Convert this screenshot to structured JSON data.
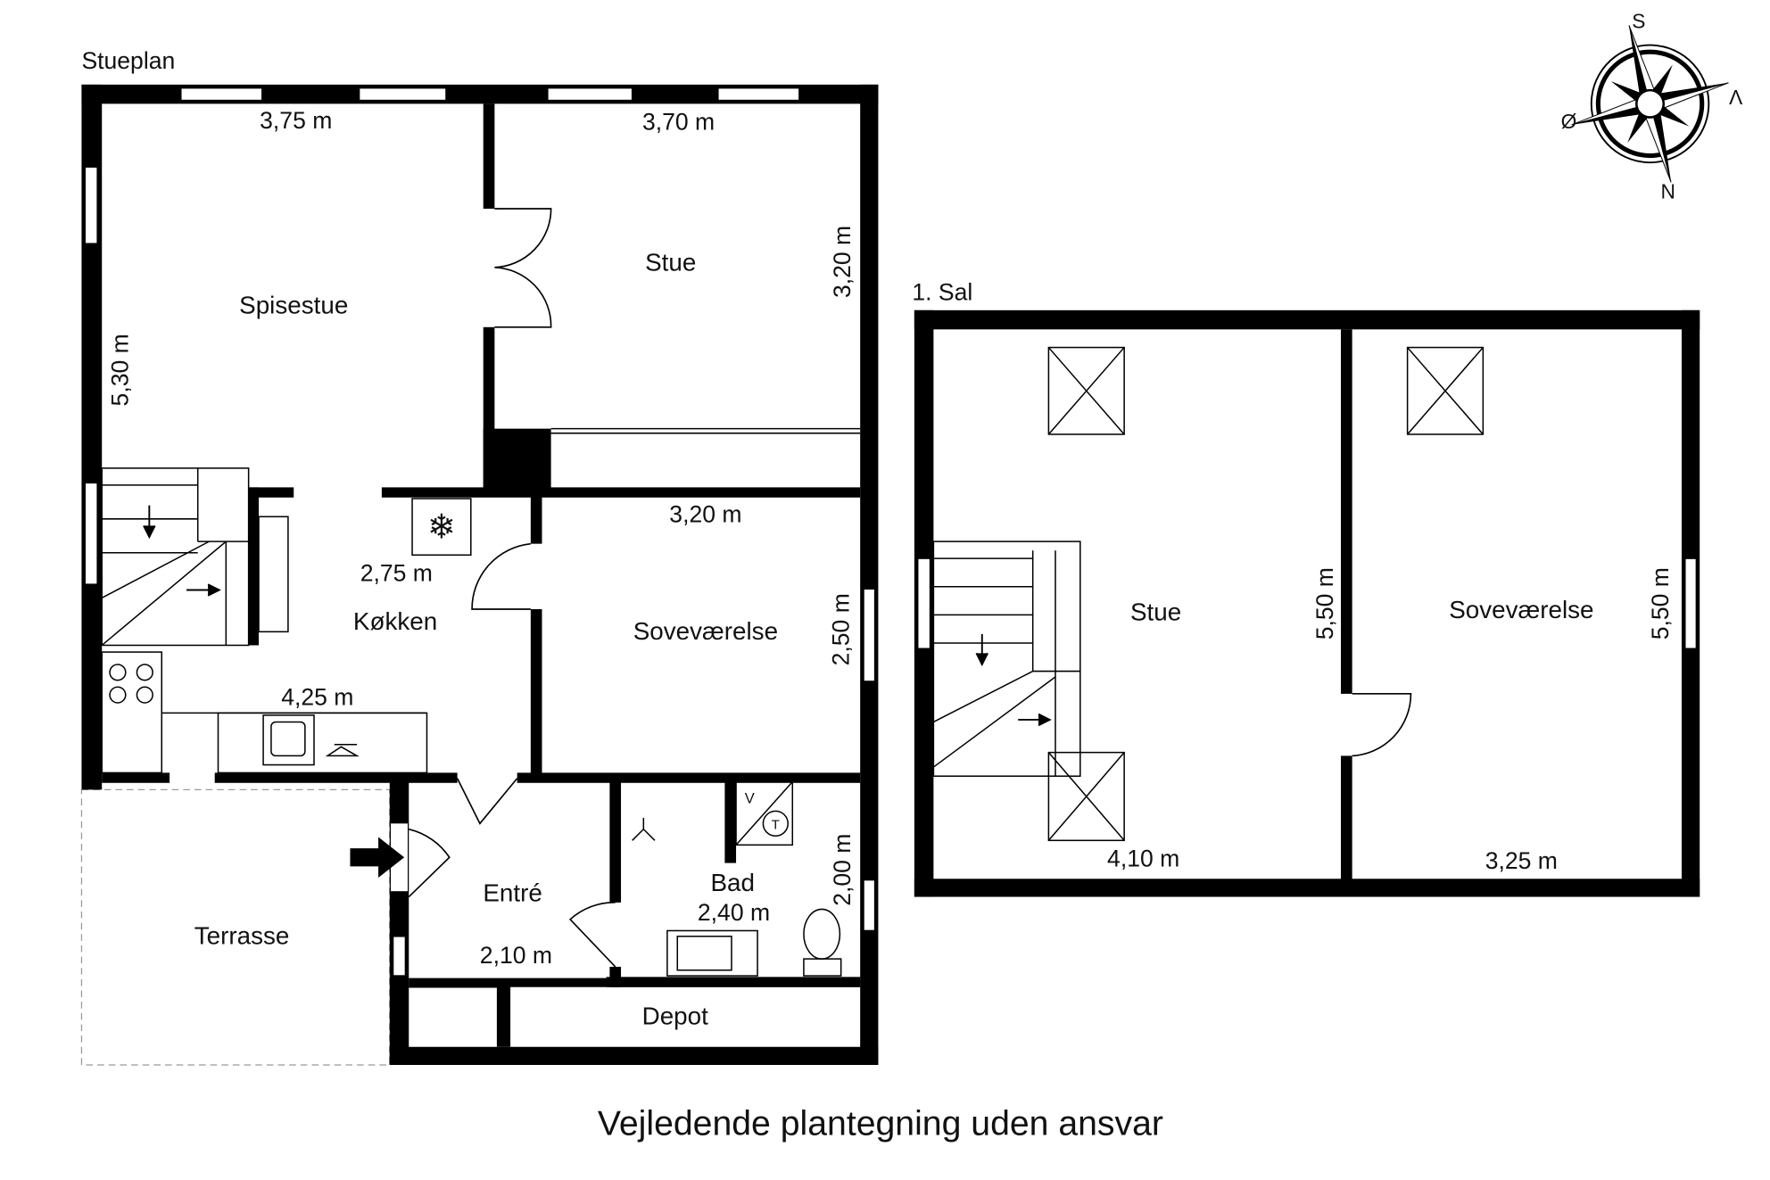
{
  "ground_floor": {
    "title": "Stueplan",
    "rooms": {
      "spisestue": "Spisestue",
      "stue": "Stue",
      "koekken": "Køkken",
      "sovevaerelse": "Soveværelse",
      "entre": "Entré",
      "bad": "Bad",
      "depot": "Depot",
      "terrasse": "Terrasse"
    },
    "dimensions": {
      "spisestue_width": "3,75 m",
      "spisestue_depth": "5,30 m",
      "stue_width": "3,70 m",
      "stue_depth": "3,20 m",
      "koekken_width": "2,75 m",
      "koekken_length": "4,25 m",
      "sovevaerelse_width": "3,20 m",
      "sovevaerelse_depth": "2,50 m",
      "bad_width": "2,40 m",
      "bad_depth": "2,00 m",
      "entre_width": "2,10 m"
    },
    "fixtures": {
      "washer": "V",
      "dryer": "T"
    }
  },
  "first_floor": {
    "title": "1. Sal",
    "rooms": {
      "stue": "Stue",
      "sovevaerelse": "Soveværelse"
    },
    "dimensions": {
      "stue_width": "4,10 m",
      "stue_depth": "5,50 m",
      "sovevaerelse_width": "3,25 m",
      "sovevaerelse_depth": "5,50 m"
    }
  },
  "compass": {
    "north": "N",
    "south": "S",
    "east": "Ø",
    "west": "V"
  },
  "footer": "Vejledende plantegning uden ansvar"
}
